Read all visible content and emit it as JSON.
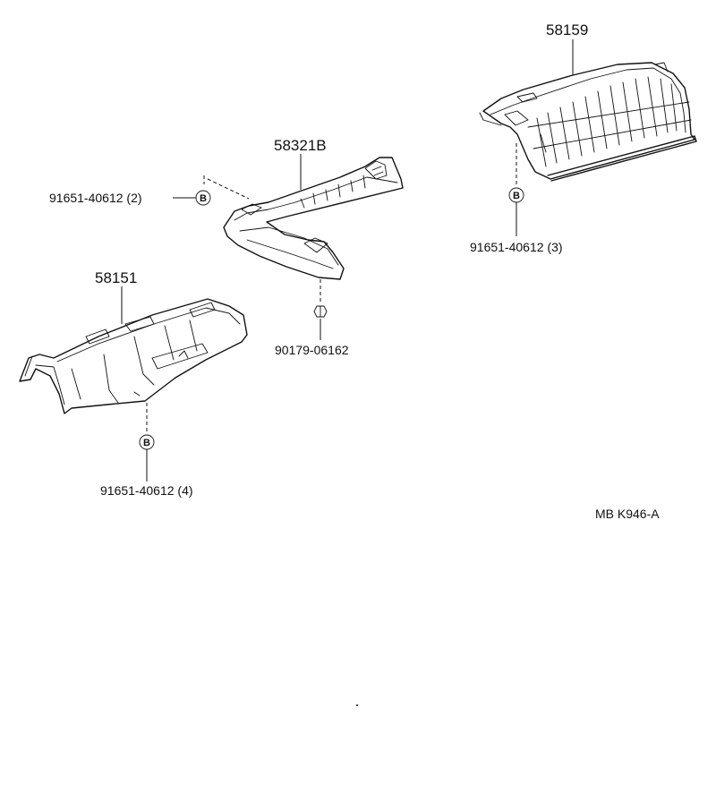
{
  "parts": {
    "shield_right": "58159",
    "shield_center": "58321B",
    "shield_left": "58151"
  },
  "bolts": {
    "bolt_a": "91651-40612 (2)",
    "bolt_b": "91651-40612 (3)",
    "bolt_c": "91651-40612 (4)",
    "bolt_marker": "B"
  },
  "nut": "90179-06162",
  "reference_code": "MB K946-A"
}
